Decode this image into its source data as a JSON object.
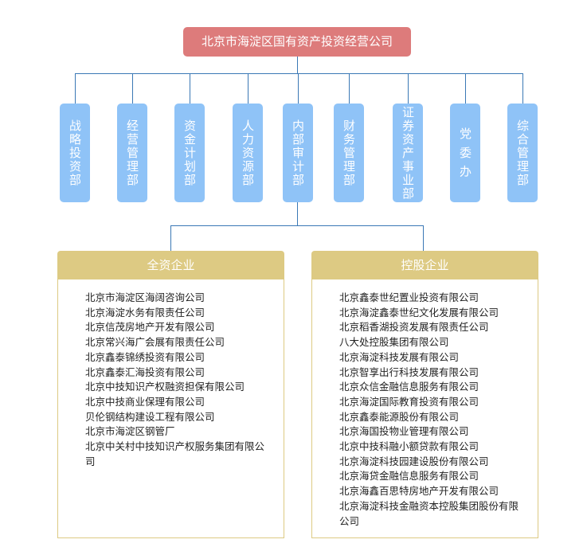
{
  "root": "北京市海淀区国有资产投资经营公司",
  "departments": [
    "战略投资部",
    "经营管理部",
    "资金计划部",
    "人力资源部",
    "内部审计部",
    "财务管理部",
    "证券资产事业部",
    "党 委 办",
    "综合管理部"
  ],
  "groups": [
    {
      "title": "全资企业",
      "companies": [
        "北京市海淀区海阔咨询公司",
        "北京海淀水务有限责任公司",
        "北京信茂房地产开发有限公司",
        "北京常兴海广会展有限责任公司",
        "北京鑫泰锦绣投资有限公司",
        "北京鑫泰汇海投资有限公司",
        "北京中技知识产权融资担保有限公司",
        "北京中技商业保理有限公司",
        "贝伦钢结构建设工程有限公司",
        "北京市海淀区钢管厂",
        "北京中关村中技知识产权服务集团有限公司"
      ]
    },
    {
      "title": "控股企业",
      "companies": [
        "北京鑫泰世纪置业投资有限公司",
        "北京海淀鑫泰世纪文化发展有限公司",
        "北京稻香湖投资发展有限责任公司",
        "八大处控股集团有限公司",
        "北京海淀科技发展有限公司",
        "北京智享出行科技发展有限公司",
        "北京众信金融信息服务有限公司",
        "北京海淀国际教育投资有限公司",
        "北京鑫泰能源股份有限公司",
        "北京海国投物业管理有限公司",
        "北京中技科融小额贷款有限公司",
        "北京海淀科技园建设股份有限公司",
        "北京海贷金融信息服务有限公司",
        "北京海鑫百思特房地产开发有限公司",
        "北京海淀科技金融资本控股集团股份有限公司"
      ]
    }
  ]
}
